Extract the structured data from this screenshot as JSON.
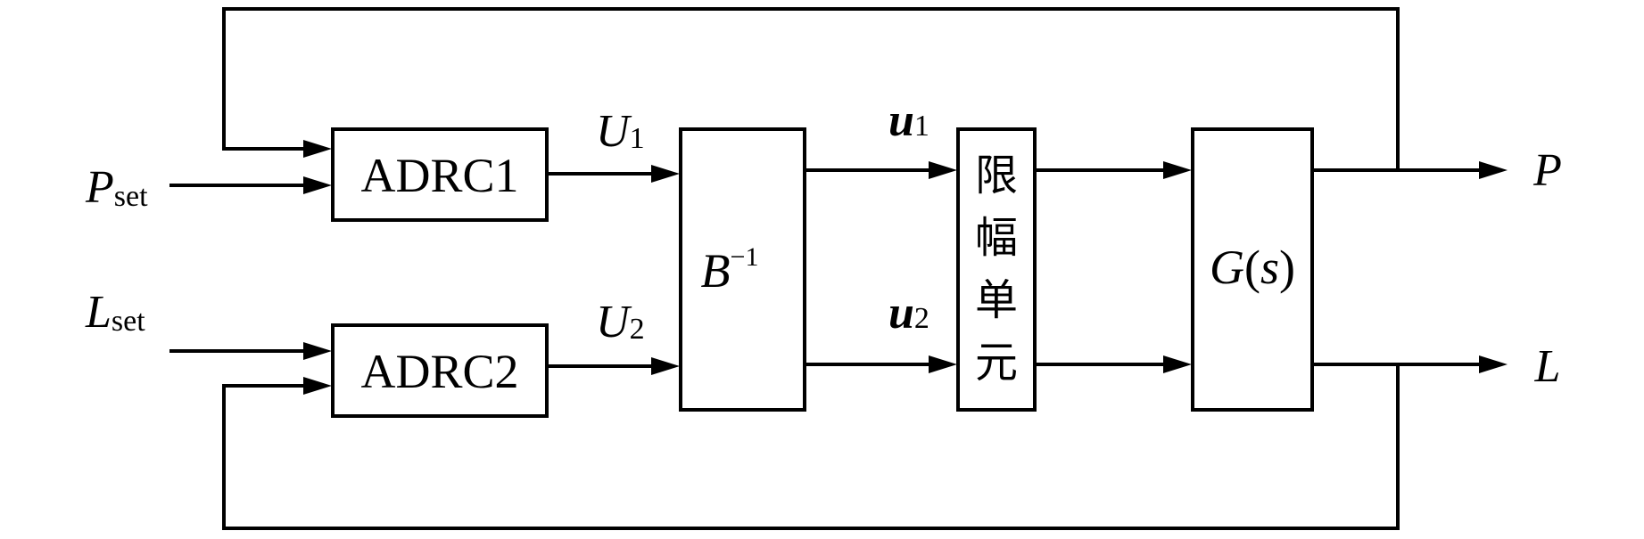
{
  "blocks": {
    "adrc1": "ADRC1",
    "adrc2": "ADRC2",
    "binv": {
      "base": "B",
      "sup": "−1"
    },
    "limiter": [
      "限",
      "幅",
      "单",
      "元"
    ],
    "plant": {
      "G": "G",
      "open": "(",
      "s": "s",
      "close": ")"
    }
  },
  "signals": {
    "P_set": {
      "main": "P",
      "sub": "set"
    },
    "L_set": {
      "main": "L",
      "sub": "set"
    },
    "U1": {
      "main": "U",
      "sub": "1"
    },
    "U2": {
      "main": "U",
      "sub": "2"
    },
    "u1": {
      "main": "u",
      "sub": "1"
    },
    "u2": {
      "main": "u",
      "sub": "2"
    },
    "P": "P",
    "L": "L"
  },
  "colors": {
    "line": "#000000",
    "background": "#ffffff"
  }
}
